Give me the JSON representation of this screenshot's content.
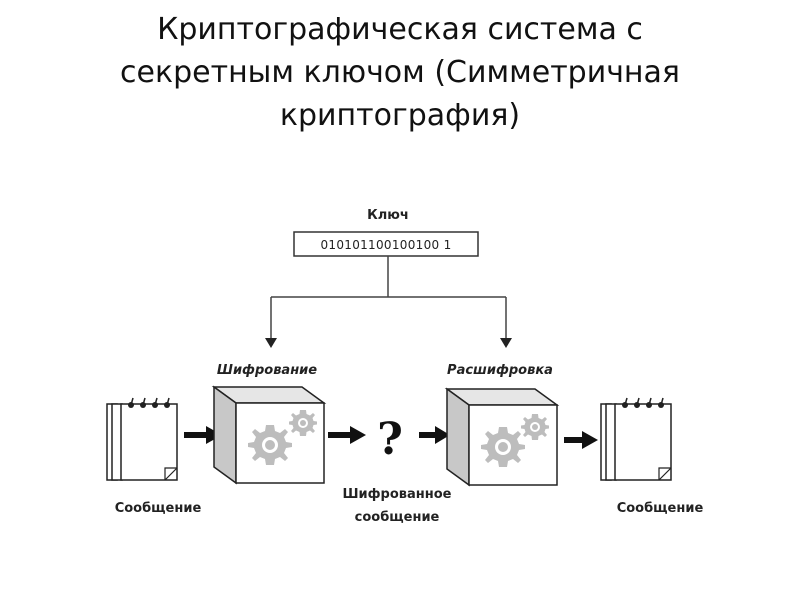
{
  "title": {
    "lines": [
      "Криптографическая система с",
      "секретным ключом (Симметричная",
      "криптография)"
    ]
  },
  "diagram": {
    "key": {
      "label": "Ключ",
      "value": "010101100100100 1"
    },
    "encryption": {
      "label": "Шифрование",
      "icon": "gears-icon"
    },
    "decryption": {
      "label": "Расшифровка",
      "icon": "gears-icon"
    },
    "source_message": {
      "label": "Сообщение",
      "icon": "notepad-icon"
    },
    "ciphertext": {
      "lines": [
        "Шифрованное",
        "сообщение"
      ],
      "symbol": "?"
    },
    "target_message": {
      "label": "Сообщение",
      "icon": "notepad-icon"
    }
  }
}
